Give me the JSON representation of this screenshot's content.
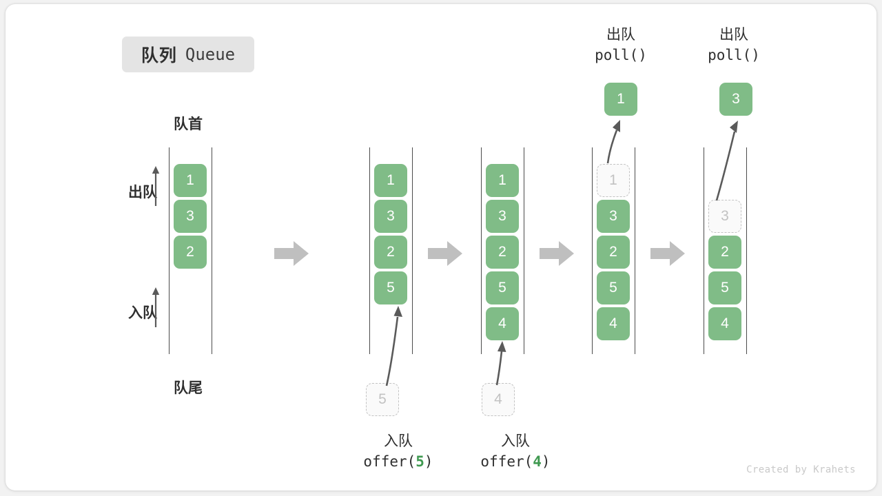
{
  "title": {
    "cn": "队列",
    "en": "Queue"
  },
  "labels": {
    "head": "队首",
    "tail": "队尾",
    "dequeue": "出队",
    "enqueue": "入队"
  },
  "colors": {
    "element": "#80bc87",
    "ghost_border": "#c2c2c2",
    "rail": "#4a4a4a",
    "accent_number": "#3f9950",
    "step_arrow": "#bfbfbf",
    "badge_bg": "#e4e4e4"
  },
  "states": [
    {
      "name": "initial",
      "items": [
        "1",
        "3",
        "2"
      ]
    },
    {
      "name": "after-offer5",
      "items": [
        "1",
        "3",
        "2",
        "5"
      ]
    },
    {
      "name": "after-offer4",
      "items": [
        "1",
        "3",
        "2",
        "5",
        "4"
      ]
    },
    {
      "name": "poll-1",
      "ghost_index": 0,
      "items": [
        "1",
        "3",
        "2",
        "5",
        "4"
      ]
    },
    {
      "name": "poll-3",
      "ghost_index": 1,
      "items": [
        "",
        "3",
        "2",
        "5",
        "4"
      ]
    }
  ],
  "operations": {
    "offer5": {
      "cn": "入队",
      "fn": "offer(",
      "arg": "5",
      "close": ")"
    },
    "offer4": {
      "cn": "入队",
      "fn": "offer(",
      "arg": "4",
      "close": ")"
    },
    "poll1": {
      "cn": "出队",
      "code": "poll()",
      "result": "1"
    },
    "poll2": {
      "cn": "出队",
      "code": "poll()",
      "result": "3"
    }
  },
  "incoming": {
    "five": "5",
    "four": "4"
  },
  "credit": "Created by Krahets"
}
